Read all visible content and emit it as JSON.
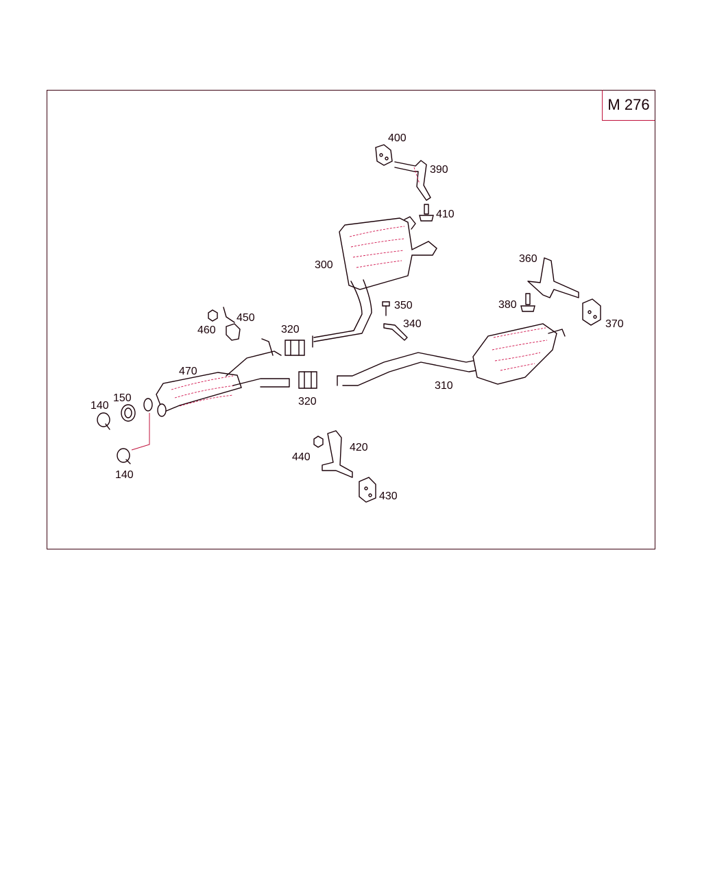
{
  "diagram": {
    "model": "M 276",
    "parts": [
      {
        "id": "400",
        "label": "400"
      },
      {
        "id": "390",
        "label": "390"
      },
      {
        "id": "410",
        "label": "410"
      },
      {
        "id": "300",
        "label": "300"
      },
      {
        "id": "360",
        "label": "360"
      },
      {
        "id": "350",
        "label": "350"
      },
      {
        "id": "340",
        "label": "340"
      },
      {
        "id": "380",
        "label": "380"
      },
      {
        "id": "370",
        "label": "370"
      },
      {
        "id": "450",
        "label": "450"
      },
      {
        "id": "460",
        "label": "460"
      },
      {
        "id": "320a",
        "label": "320"
      },
      {
        "id": "470",
        "label": "470"
      },
      {
        "id": "320b",
        "label": "320"
      },
      {
        "id": "310",
        "label": "310"
      },
      {
        "id": "150",
        "label": "150"
      },
      {
        "id": "140a",
        "label": "140"
      },
      {
        "id": "140b",
        "label": "140"
      },
      {
        "id": "420",
        "label": "420"
      },
      {
        "id": "440",
        "label": "440"
      },
      {
        "id": "430",
        "label": "430"
      }
    ]
  }
}
